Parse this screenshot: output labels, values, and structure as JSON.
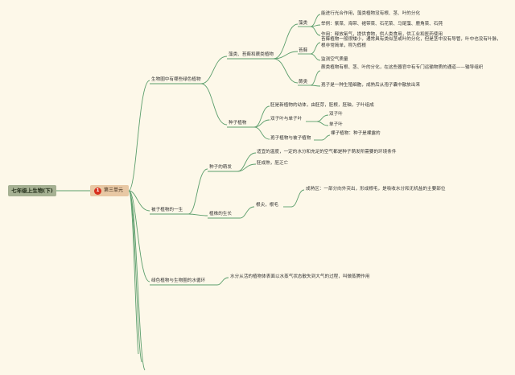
{
  "root": {
    "label": "七年级上生物(下)"
  },
  "unit": {
    "number": "1",
    "label": "第三单元"
  },
  "branches": {
    "b1": {
      "label": "生物圈中有哪些绿色植物",
      "algae_group": {
        "label": "藻类、苔藓和蕨类植物",
        "algae": {
          "label": "藻类",
          "items": [
            "能进行光合作用，藻类植物没有根、茎、叶的分化",
            "举例：紫菜、海带、裙带菜、石花菜、马尾藻、鹿角菜、石莼",
            "作用：释放氧气，提供食物，供人类食用，供工业和医药使用"
          ]
        },
        "moss": {
          "label": "苔藓",
          "items": [
            "苔藓植物一般很矮小，通常具有类似茎或叶的分化，但是茎中没有导管，叶中也没有叶脉，根非常简单，称为假根",
            "监测空气质量"
          ]
        },
        "fern": {
          "label": "蕨类",
          "items": [
            "蕨类植物有根、茎、叶的分化，在这些器官中有专门运输物质的通道——输导组织",
            "孢子是一种生殖细胞，成熟后从孢子囊中散放出来"
          ]
        }
      },
      "seed_plants": {
        "label": "种子植物",
        "seed_desc": "胚是新植物的幼体，由胚芽，胚根，胚轴，子叶组成",
        "cotyledon": {
          "label": "双子叶与单子叶",
          "items": [
            "双子叶",
            "单子叶"
          ]
        },
        "gymno": {
          "label": "孢子植物与被子植物",
          "desc": "裸子植物：种子是裸露的"
        }
      }
    },
    "b2": {
      "label": "被子植物的一生",
      "germination": {
        "label": "种子的萌发",
        "items": [
          "适宜的温度，一定的水分和充足的空气都是种子萌发所需要的环境条件",
          "胚成熟，胚乏亡"
        ]
      },
      "growth": {
        "label": "植株的生长",
        "root_hair": {
          "label": "根尖，根毛",
          "desc": "成熟区：一部分向外突出，形成根毛，是吸收水分和无机盐的主要部位"
        }
      }
    },
    "b3": {
      "label": "绿色植物与生物圈的水循环",
      "desc": "水分从活的植物体表面以水蒸气状态散失到大气的过程，叫做蒸腾作用"
    }
  },
  "colors": {
    "line": "#5c9e6c",
    "root_bg": "#a6b193",
    "unit_bg": "#e8c8a4",
    "badge": "#d8301f",
    "bg": "#fdf8e9"
  }
}
